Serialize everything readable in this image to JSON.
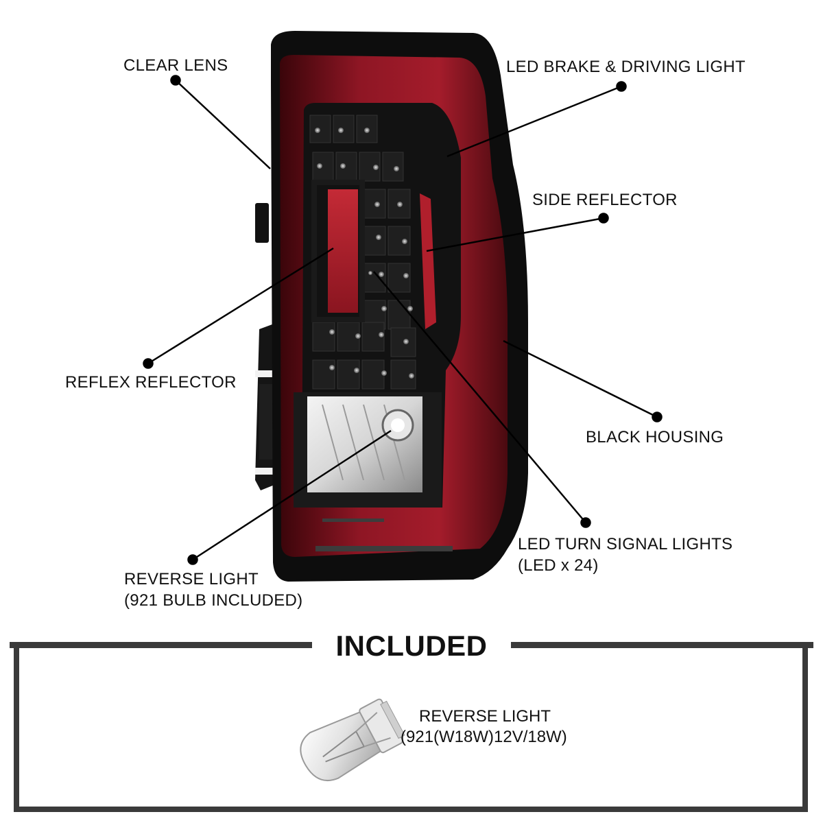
{
  "callouts": {
    "clear_lens": "CLEAR LENS",
    "led_brake": "LED BRAKE & DRIVING LIGHT",
    "side_reflector": "SIDE REFLECTOR",
    "reflex_reflector": "REFLEX REFLECTOR",
    "black_housing": "BLACK HOUSING",
    "led_turn_line1": "LED TURN SIGNAL LIGHTS",
    "led_turn_line2": "(LED x 24)",
    "reverse_line1": "REVERSE LIGHT",
    "reverse_line2": "(921 BULB INCLUDED)"
  },
  "included": {
    "title": "INCLUDED",
    "bulb_line1": "REVERSE LIGHT",
    "bulb_line2": "(921(W18W)12V/18W)"
  },
  "colors": {
    "housing": "#0d0d0d",
    "red_lens": "#8a1420",
    "dark_red": "#5a0c14",
    "frame": "#3a3a3a"
  }
}
